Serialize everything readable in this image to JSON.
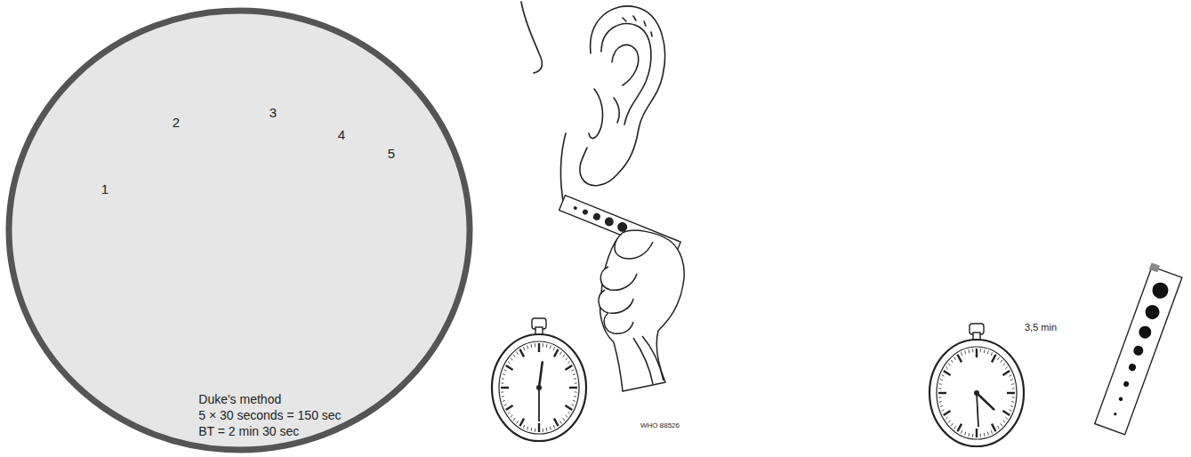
{
  "diagram": {
    "nodes": [
      {
        "text": [
          "Duke's method",
          "5 × 30 seconds = 150 sec",
          "BT = 2 min 30 sec"
        ]
      }
    ],
    "labels": [
      "1",
      "2",
      "3",
      "4",
      "5",
      "3,5 min",
      "WHO 88526"
    ]
  }
}
